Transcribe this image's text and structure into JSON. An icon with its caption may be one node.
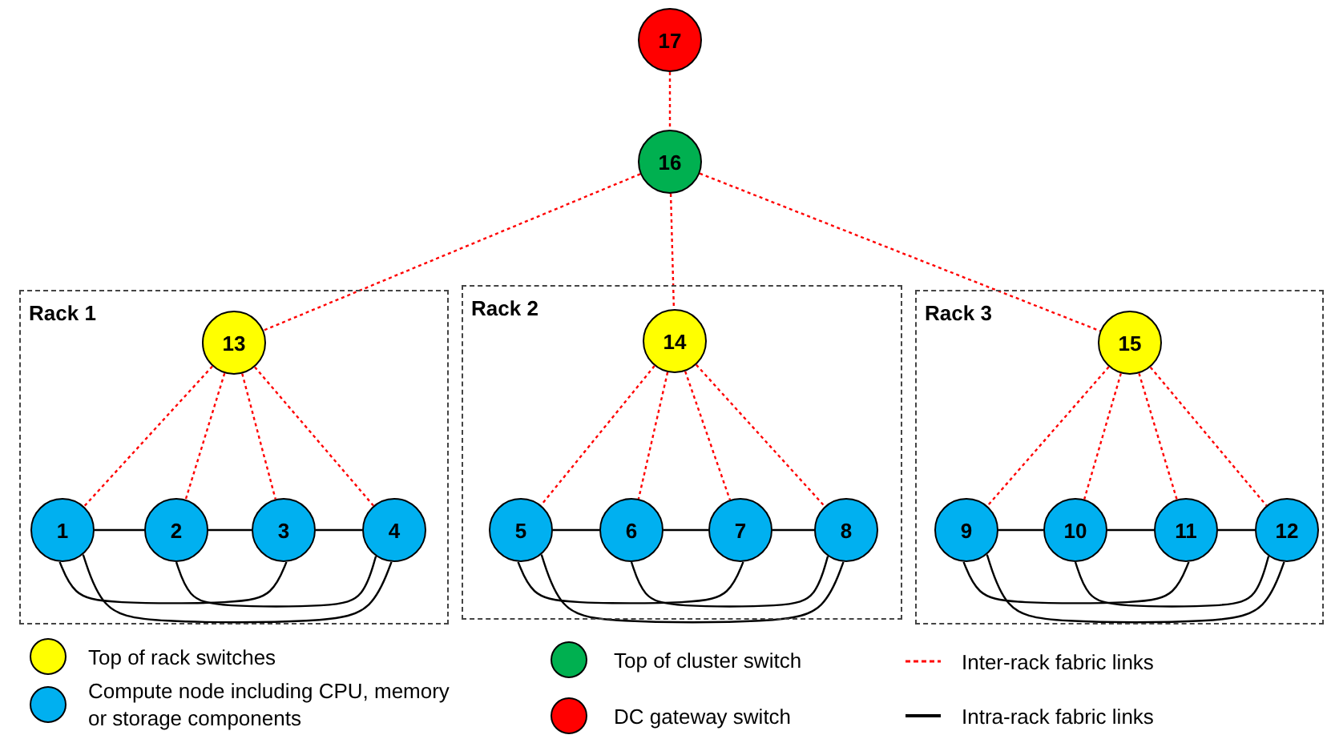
{
  "diagram": {
    "nodes": [
      {
        "text": [
          "17"
        ]
      },
      {
        "text": [
          "16"
        ]
      },
      {
        "text": [
          "Rack 1"
        ]
      },
      {
        "text": [
          "13"
        ],
        "in": 2
      },
      {
        "text": [
          "1"
        ],
        "in": 2
      },
      {
        "text": [
          "2"
        ],
        "in": 2
      },
      {
        "text": [
          "3"
        ],
        "in": 2
      },
      {
        "text": [
          "4"
        ],
        "in": 2
      },
      {
        "text": [
          "Rack 2"
        ]
      },
      {
        "text": [
          "14"
        ],
        "in": 8
      },
      {
        "text": [
          "5"
        ],
        "in": 8
      },
      {
        "text": [
          "6"
        ],
        "in": 8
      },
      {
        "text": [
          "7"
        ],
        "in": 8
      },
      {
        "text": [
          "8"
        ],
        "in": 8
      },
      {
        "text": [
          "Rack 3"
        ]
      },
      {
        "text": [
          "15"
        ],
        "in": 14
      },
      {
        "text": [
          "9"
        ],
        "in": 14
      },
      {
        "text": [
          "10"
        ],
        "in": 14
      },
      {
        "text": [
          "11"
        ],
        "in": 14
      },
      {
        "text": [
          "12"
        ],
        "in": 14
      }
    ],
    "edges": [
      {
        "from": 0,
        "to": 1,
        "arrow": "none",
        "style": "dashed",
        "color": "#ff0000"
      },
      {
        "from": 1,
        "to": 3,
        "arrow": "none",
        "style": "dashed",
        "color": "#ff0000"
      },
      {
        "from": 1,
        "to": 9,
        "arrow": "none",
        "style": "dashed",
        "color": "#ff0000"
      },
      {
        "from": 1,
        "to": 15,
        "arrow": "none",
        "style": "dashed",
        "color": "#ff0000"
      },
      {
        "from": 3,
        "to": 4,
        "arrow": "none",
        "style": "dashed",
        "color": "#ff0000"
      },
      {
        "from": 3,
        "to": 5,
        "arrow": "none",
        "style": "dashed",
        "color": "#ff0000"
      },
      {
        "from": 3,
        "to": 6,
        "arrow": "none",
        "style": "dashed",
        "color": "#ff0000"
      },
      {
        "from": 3,
        "to": 7,
        "arrow": "none",
        "style": "dashed",
        "color": "#ff0000"
      },
      {
        "from": 9,
        "to": 10,
        "arrow": "none",
        "style": "dashed",
        "color": "#ff0000"
      },
      {
        "from": 9,
        "to": 11,
        "arrow": "none",
        "style": "dashed",
        "color": "#ff0000"
      },
      {
        "from": 9,
        "to": 12,
        "arrow": "none",
        "style": "dashed",
        "color": "#ff0000"
      },
      {
        "from": 9,
        "to": 13,
        "arrow": "none",
        "style": "dashed",
        "color": "#ff0000"
      },
      {
        "from": 15,
        "to": 16,
        "arrow": "none",
        "style": "dashed",
        "color": "#ff0000"
      },
      {
        "from": 15,
        "to": 17,
        "arrow": "none",
        "style": "dashed",
        "color": "#ff0000"
      },
      {
        "from": 15,
        "to": 18,
        "arrow": "none",
        "style": "dashed",
        "color": "#ff0000"
      },
      {
        "from": 15,
        "to": 19,
        "arrow": "none",
        "style": "dashed",
        "color": "#ff0000"
      },
      {
        "from": 4,
        "to": 5,
        "arrow": "none"
      },
      {
        "from": 5,
        "to": 6,
        "arrow": "none"
      },
      {
        "from": 6,
        "to": 7,
        "arrow": "none"
      },
      {
        "from": 4,
        "to": 6,
        "arrow": "none"
      },
      {
        "from": 4,
        "to": 7,
        "arrow": "none"
      },
      {
        "from": 5,
        "to": 7,
        "arrow": "none"
      },
      {
        "from": 10,
        "to": 11,
        "arrow": "none"
      },
      {
        "from": 11,
        "to": 12,
        "arrow": "none"
      },
      {
        "from": 12,
        "to": 13,
        "arrow": "none"
      },
      {
        "from": 10,
        "to": 12,
        "arrow": "none"
      },
      {
        "from": 10,
        "to": 13,
        "arrow": "none"
      },
      {
        "from": 11,
        "to": 13,
        "arrow": "none"
      },
      {
        "from": 16,
        "to": 17,
        "arrow": "none"
      },
      {
        "from": 17,
        "to": 18,
        "arrow": "none"
      },
      {
        "from": 18,
        "to": 19,
        "arrow": "none"
      },
      {
        "from": 16,
        "to": 18,
        "arrow": "none"
      },
      {
        "from": 16,
        "to": 19,
        "arrow": "none"
      },
      {
        "from": 17,
        "to": 19,
        "arrow": "none"
      }
    ],
    "legend": [
      {
        "text": "Top of rack switches",
        "color": "#ffff00"
      },
      {
        "text": "Compute node including CPU, memory or storage components",
        "color": "#00b0f0"
      },
      {
        "text": "Top of cluster switch",
        "color": "#00b050"
      },
      {
        "text": "DC gateway switch",
        "color": "#ff0000"
      },
      {
        "text": "Inter-rack fabric links"
      },
      {
        "text": "Intra-rack fabric links"
      }
    ]
  }
}
